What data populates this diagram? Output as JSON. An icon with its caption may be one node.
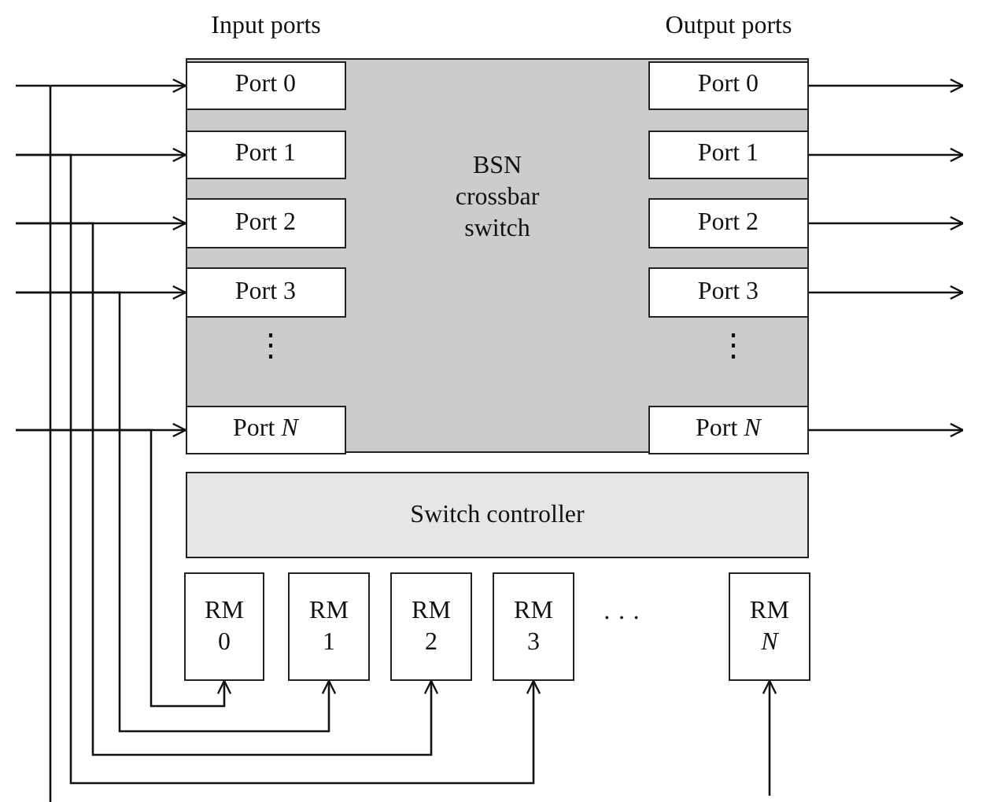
{
  "diagram": {
    "nodes": [
      {
        "text": [
          "BSN crossbar switch"
        ]
      },
      {
        "text": [
          "Port 0"
        ],
        "in": 0
      },
      {
        "text": [
          "Port 1"
        ],
        "in": 0
      },
      {
        "text": [
          "Port 2"
        ],
        "in": 0
      },
      {
        "text": [
          "Port 3"
        ],
        "in": 0
      },
      {
        "text": [
          "Port *N*"
        ],
        "in": 0
      },
      {
        "text": [
          "Port 0"
        ],
        "in": 0
      },
      {
        "text": [
          "Port 1"
        ],
        "in": 0
      },
      {
        "text": [
          "Port 2"
        ],
        "in": 0
      },
      {
        "text": [
          "Port 3"
        ],
        "in": 0
      },
      {
        "text": [
          "Port *N*"
        ],
        "in": 0
      },
      {
        "text": [
          "Switch controller"
        ]
      },
      {
        "text": [
          "RM 0"
        ]
      },
      {
        "text": [
          "RM 1"
        ]
      },
      {
        "text": [
          "RM 2"
        ]
      },
      {
        "text": [
          "RM 3"
        ]
      },
      {
        "text": [
          "RM *N*"
        ]
      }
    ],
    "edges": [
      {
        "from": null,
        "to": 1,
        "arrow": "to"
      },
      {
        "from": null,
        "to": 2,
        "arrow": "to"
      },
      {
        "from": null,
        "to": 3,
        "arrow": "to"
      },
      {
        "from": null,
        "to": 4,
        "arrow": "to"
      },
      {
        "from": null,
        "to": 5,
        "arrow": "to"
      },
      {
        "from": 6,
        "to": null,
        "arrow": "to"
      },
      {
        "from": 7,
        "to": null,
        "arrow": "to"
      },
      {
        "from": 8,
        "to": null,
        "arrow": "to"
      },
      {
        "from": 9,
        "to": null,
        "arrow": "to"
      },
      {
        "from": 10,
        "to": null,
        "arrow": "to"
      },
      {
        "from": null,
        "to": 15,
        "arrow": "to"
      },
      {
        "from": null,
        "to": 14,
        "arrow": "to"
      },
      {
        "from": null,
        "to": 13,
        "arrow": "to"
      },
      {
        "from": null,
        "to": 12,
        "arrow": "to"
      },
      {
        "from": null,
        "to": 16,
        "arrow": "to"
      }
    ],
    "labels": [
      "Input ports",
      "Output ports",
      "⋮",
      "⋮",
      "· · ·"
    ]
  }
}
